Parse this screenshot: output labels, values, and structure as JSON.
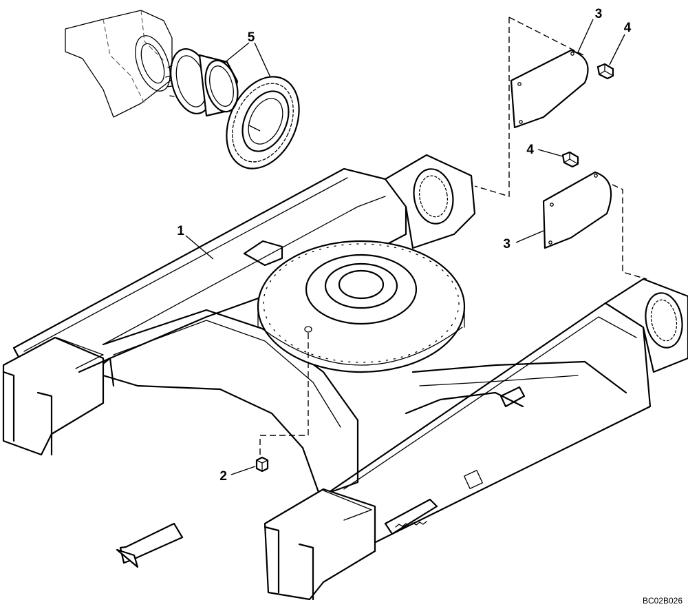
{
  "callouts": {
    "frame": "1",
    "plug": "2",
    "cover_upper": "3",
    "cover_lower": "3",
    "bolt_upper": "4",
    "bolt_lower": "4",
    "travel_motor": "5"
  },
  "drawing_code": "BC02B026"
}
